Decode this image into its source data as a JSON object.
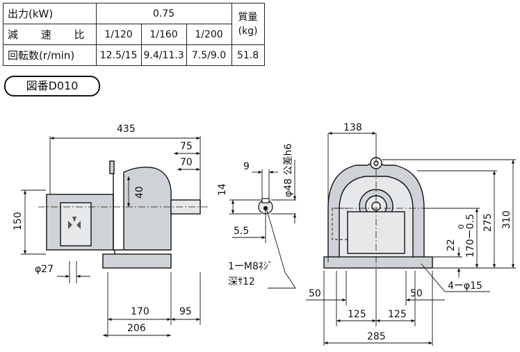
{
  "spec_table": {
    "output_label": "出力(kW)",
    "output_value": "0.75",
    "mass_label_line1": "質量",
    "mass_label_line2": "(kg)",
    "ratio_label": "減 速 比",
    "ratios": [
      "1/120",
      "1/160",
      "1/200"
    ],
    "speed_label": "回転数(r/min)",
    "speeds": [
      "12.5/15",
      "9.4/11.3",
      "7.5/9.0"
    ],
    "mass_value": "51.8"
  },
  "figure_id": "図番D010",
  "dimensions": {
    "overall_length": "435",
    "shaft_75": "75",
    "shaft_70": "70",
    "shaft_height_40": "40",
    "motor_height": "150",
    "motor_dia": "φ27",
    "base_170": "170",
    "base_206": "206",
    "base_95": "95",
    "key_9": "9",
    "key_14": "14",
    "key_5_5": "5.5",
    "shaft_dia": "φ48 公差h6",
    "tap_note_line1": "1ーM8ﾈｼﾞ",
    "tap_note_line2": "深ｻ12",
    "front_138": "138",
    "front_310": "310",
    "front_275": "275",
    "front_170": "170ー0.5",
    "front_170_sup": "0",
    "front_22": "22",
    "hole_note": "4ーφ15",
    "foot_50_left": "50",
    "foot_50_right": "50",
    "foot_125_left": "125",
    "foot_125_right": "125",
    "front_285": "285"
  }
}
